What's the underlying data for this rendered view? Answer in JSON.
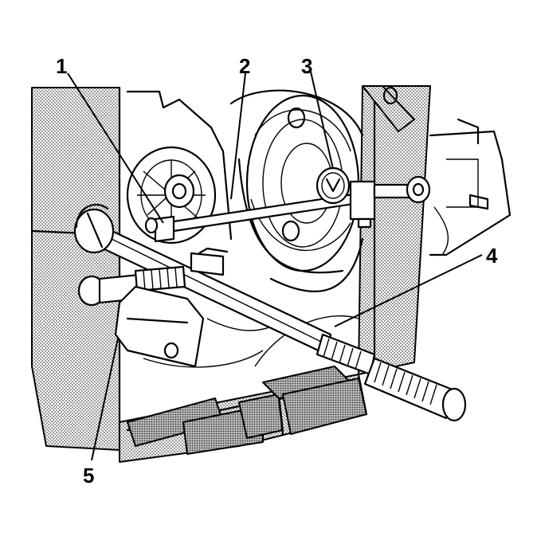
{
  "callouts": {
    "c1": "1",
    "c2": "2",
    "c3": "3",
    "c4": "4",
    "c5": "5"
  },
  "colors": {
    "ink": "#000000",
    "paper": "#ffffff",
    "shading": "#7a7a7a"
  }
}
